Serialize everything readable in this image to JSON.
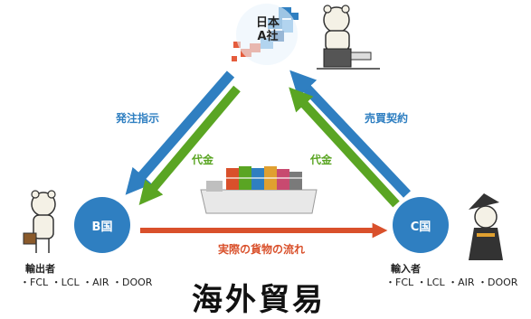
{
  "company": {
    "line1": "日本",
    "line2": "A社"
  },
  "nodes": {
    "b": {
      "label": "B国",
      "role": "輸出者",
      "modes": "・FCL ・LCL ・AIR ・DOOR"
    },
    "c": {
      "label": "C国",
      "role": "輸入者",
      "modes": "・FCL ・LCL ・AIR ・DOOR"
    }
  },
  "flows": {
    "order": "発注指示",
    "contract": "売買契約",
    "payment_left": "代金",
    "payment_right": "代金",
    "goods": "実際の貨物の流れ"
  },
  "title": "海外貿易",
  "colors": {
    "blue": "#2f7fc1",
    "green": "#5aa523",
    "red": "#d9502b"
  }
}
